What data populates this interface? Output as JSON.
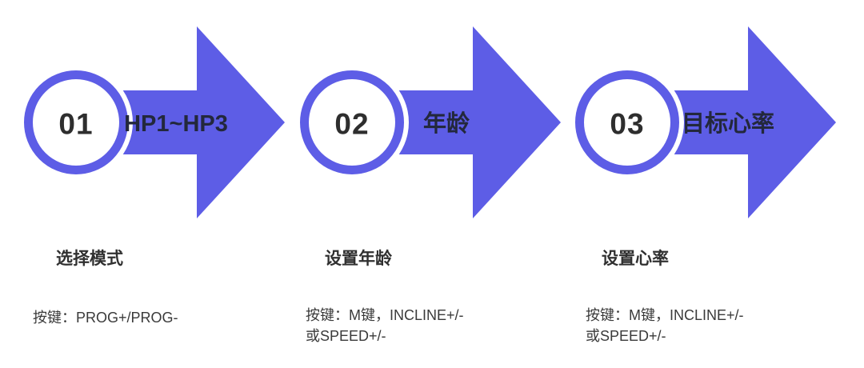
{
  "diagram_title": "heart-rate-program-steps",
  "colors": {
    "accent": "#5d5de6",
    "arrow_label_text": "#23283c",
    "step_number_text": "#2e2e2e",
    "title_text": "#303030",
    "description_text": "#3a3a3a",
    "background": "#ffffff"
  },
  "steps": [
    {
      "number": "01",
      "arrow_label": "HP1~HP3",
      "title": "选择模式",
      "description": "按键：PROG+/PROG-"
    },
    {
      "number": "02",
      "arrow_label": "年龄",
      "title": "设置年龄",
      "description": "按键：M键，INCLINE+/-\n或SPEED+/-"
    },
    {
      "number": "03",
      "arrow_label": "目标心率",
      "title": "设置心率",
      "description": "按键：M键，INCLINE+/-\n或SPEED+/-"
    }
  ]
}
